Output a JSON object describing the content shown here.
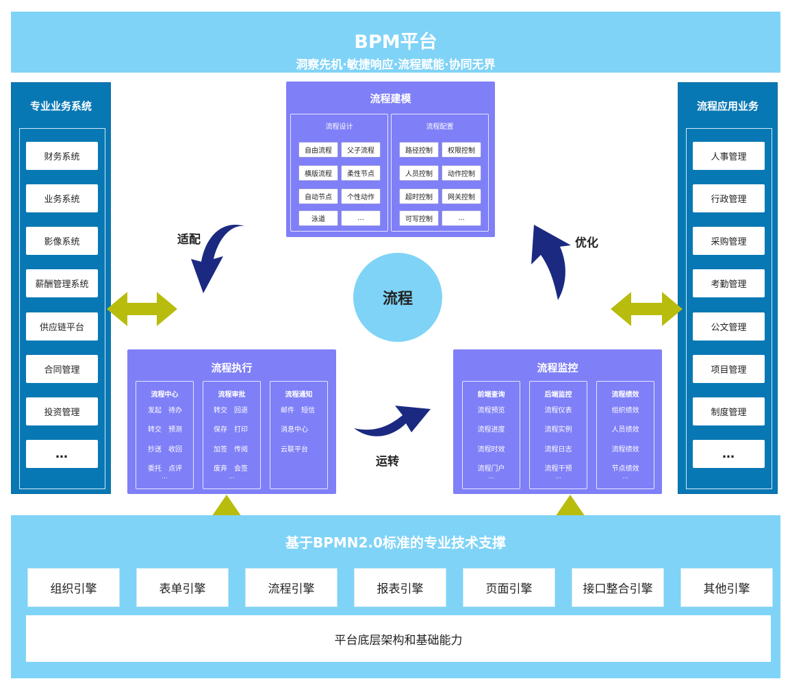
{
  "header": {
    "title": "BPM平台",
    "subtitle": "洞察先机·敏捷响应·流程赋能·协同无界"
  },
  "left_panel": {
    "title": "专业业务系统",
    "items": [
      "财务系统",
      "业务系统",
      "影像系统",
      "薪酬管理系统",
      "供应链平台",
      "合同管理",
      "投资管理",
      "…"
    ]
  },
  "right_panel": {
    "title": "流程应用业务",
    "items": [
      "人事管理",
      "行政管理",
      "采购管理",
      "考勤管理",
      "公文管理",
      "项目管理",
      "制度管理",
      "…"
    ]
  },
  "modeling": {
    "title": "流程建模",
    "design": {
      "title": "流程设计",
      "tags": [
        "自由流程",
        "父子流程",
        "横版流程",
        "柔性节点",
        "自动节点",
        "个性动作",
        "泳道",
        "..."
      ]
    },
    "config": {
      "title": "流程配置",
      "tags": [
        "路径控制",
        "权限控制",
        "人员控制",
        "动作控制",
        "超时控制",
        "网关控制",
        "可写控制",
        "..."
      ]
    }
  },
  "execution": {
    "title": "流程执行",
    "center": {
      "title": "流程中心",
      "rows": [
        [
          "发起",
          "待办"
        ],
        [
          "转交",
          "预测"
        ],
        [
          "抄送",
          "收回"
        ],
        [
          "委托",
          "点评"
        ]
      ],
      "more": "..."
    },
    "approval": {
      "title": "流程审批",
      "rows": [
        [
          "转交",
          "回退"
        ],
        [
          "保存",
          "打印"
        ],
        [
          "加签",
          "传阅"
        ],
        [
          "废弃",
          "会签"
        ]
      ],
      "more": "..."
    },
    "notify": {
      "title": "流程通知",
      "rows": [
        [
          "邮件",
          "短信"
        ],
        [
          "消息中心"
        ],
        [
          "云联平台"
        ]
      ]
    }
  },
  "monitoring": {
    "title": "流程监控",
    "front": {
      "title": "前端查询",
      "items": [
        "流程预览",
        "流程进度",
        "流程时效",
        "流程门户"
      ],
      "more": "..."
    },
    "back": {
      "title": "后端监控",
      "items": [
        "流程仪表",
        "流程实例",
        "流程日志",
        "流程干预"
      ],
      "more": "..."
    },
    "perf": {
      "title": "流程绩效",
      "items": [
        "组织绩效",
        "人员绩效",
        "流程绩效",
        "节点绩效"
      ],
      "more": "..."
    }
  },
  "center": {
    "label": "流程"
  },
  "cycle_labels": {
    "adapt": "适配",
    "optimize": "优化",
    "operate": "运转"
  },
  "bottom": {
    "title": "基于BPMN2.0标准的专业技术支撑",
    "engines": [
      "组织引擎",
      "表单引擎",
      "流程引擎",
      "报表引擎",
      "页面引擎",
      "接口整合引擎",
      "其他引擎"
    ],
    "base": "平台底层架构和基础能力"
  },
  "colors": {
    "banner": "#7fd3f7",
    "side_panel": "#0878b4",
    "purple_box": "#7f7ff7",
    "navy_arrow": "#1b2a80",
    "olive_arrow": "#b8bc0c"
  }
}
